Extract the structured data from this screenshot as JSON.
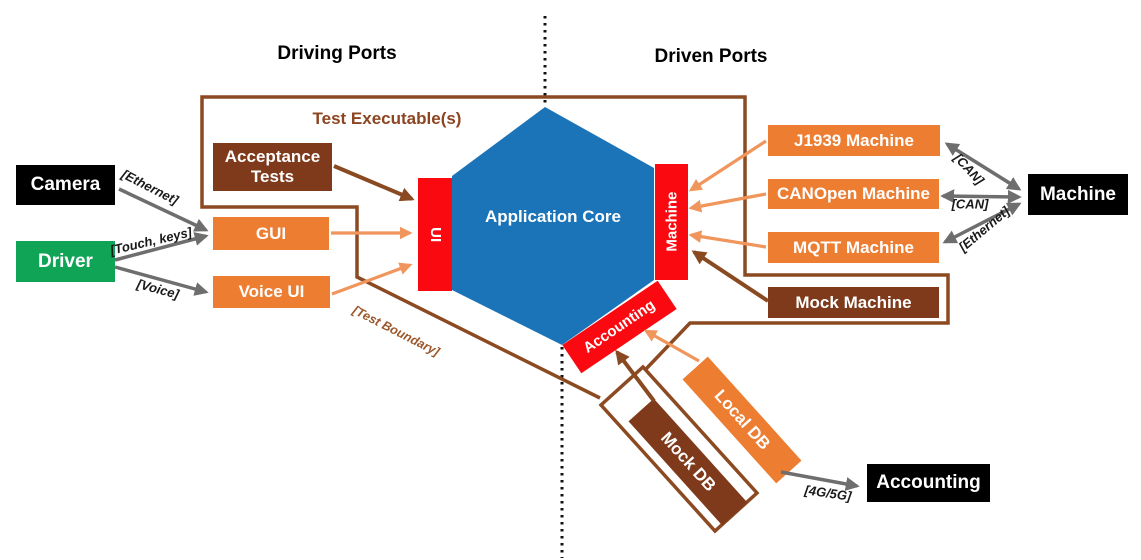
{
  "headers": {
    "driving_ports": "Driving Ports",
    "driven_ports": "Driven Ports"
  },
  "test_harness": {
    "title": "Test Executable(s)",
    "boundary_label": "[Test Boundary]"
  },
  "core": {
    "label": "Application Core"
  },
  "ports": {
    "ui": "UI",
    "machine": "Machine",
    "accounting": "Accounting"
  },
  "actors": {
    "camera": "Camera",
    "driver": "Driver",
    "machine": "Machine",
    "accounting": "Accounting"
  },
  "adapters": {
    "acceptance_tests": "Acceptance Tests",
    "gui": "GUI",
    "voice_ui": "Voice UI",
    "j1939": "J1939 Machine",
    "canopen": "CANOpen Machine",
    "mqtt": "MQTT Machine",
    "mock_machine": "Mock Machine",
    "local_db": "Local DB",
    "mock_db": "Mock DB"
  },
  "connection_labels": {
    "ethernet_left": "[Ethernet]",
    "touch_keys": "[Touch, keys]",
    "voice": "[Voice]",
    "can_j1939": "[CAN]",
    "can_canopen": "[CAN]",
    "ethernet_right": "[Ethernet]",
    "cellular": "[4G/5G]"
  },
  "colors": {
    "core_blue": "#1b74b8",
    "port_red": "#fa0a10",
    "adapter_orange": "#ed7d31",
    "arrow_orange": "#f0955c",
    "mock_brown": "#7e3a1a",
    "boundary_brown": "#8b4a21",
    "actor_black": "#000000",
    "driver_green": "#0fa456",
    "arrow_gray": "#6e6e6e"
  }
}
